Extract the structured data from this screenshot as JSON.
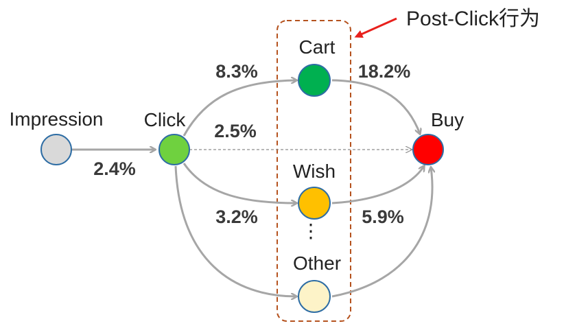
{
  "annotation": {
    "label": "Post-Click行为",
    "arrow_color": "#e8201c",
    "box_color": "#b5521e"
  },
  "nodes": {
    "impression": {
      "label": "Impression",
      "color": "#d9d9d9"
    },
    "click": {
      "label": "Click",
      "color": "#6fd13f"
    },
    "cart": {
      "label": "Cart",
      "color": "#00b050"
    },
    "wish": {
      "label": "Wish",
      "color": "#ffc000"
    },
    "other": {
      "label": "Other",
      "color": "#fdf3c8"
    },
    "buy": {
      "label": "Buy",
      "color": "#ff0000"
    }
  },
  "ellipsis": "⋮",
  "edges": {
    "impression_click": "2.4%",
    "click_cart": "8.3%",
    "click_buy": "2.5%",
    "click_wish_other": "3.2%",
    "cart_buy": "18.2%",
    "wish_other_buy": "5.9%"
  }
}
